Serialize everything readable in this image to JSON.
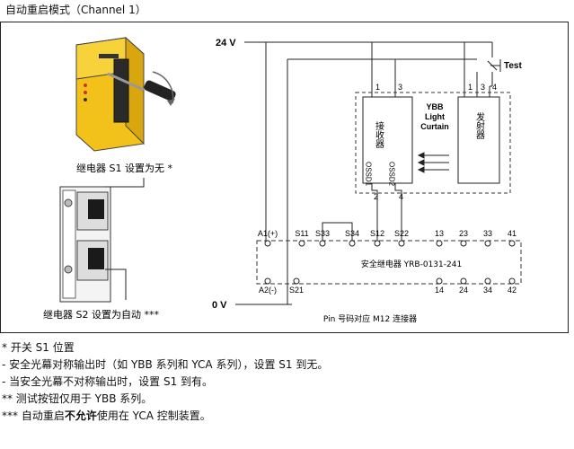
{
  "title": "自动重启模式（Channel 1）",
  "caption": "Pin 号码对应 M12 连接器",
  "labels": {
    "v24": "24 V",
    "v0": "0 V",
    "test": "Test",
    "receiver": "接收器",
    "emitter": "发射器",
    "curtain_line1": "YBB",
    "curtain_line2": "Light",
    "curtain_line3": "Curtain",
    "ossd1": "OSSD1",
    "ossd2": "OSSD2",
    "pin1_left": "1",
    "pin3_left": "3",
    "pin1_right": "1",
    "pin3_right": "3",
    "pin4_right": "4",
    "pin2_bottom": "2",
    "pin4_bottom": "4",
    "relay_name": "安全继电器 YRB-0131-241",
    "relay_s1": "继电器 S1 设置为无 *",
    "relay_s2": "继电器 S2 设置为自动 ***"
  },
  "terminals_top": [
    "A1(+)",
    "S11",
    "S33",
    "S34",
    "S12",
    "S22",
    "13",
    "23",
    "33",
    "41"
  ],
  "terminals_bottom": [
    "A2(-)",
    "S21",
    "14",
    "24",
    "34",
    "42"
  ],
  "notes": {
    "n1": "* 开关 S1 位置",
    "n2": "- 安全光幕对称输出时（如 YBB 系列和 YCA 系列），设置 S1 到无。",
    "n3": "- 当安全光幕不对称输出时，设置 S1 到有。",
    "n4": "** 测试按钮仅用于 YBB 系列。",
    "n5_pre": "*** 自动重启",
    "n5_bold": "不允许",
    "n5_post": "使用在 YCA 控制装置。"
  }
}
